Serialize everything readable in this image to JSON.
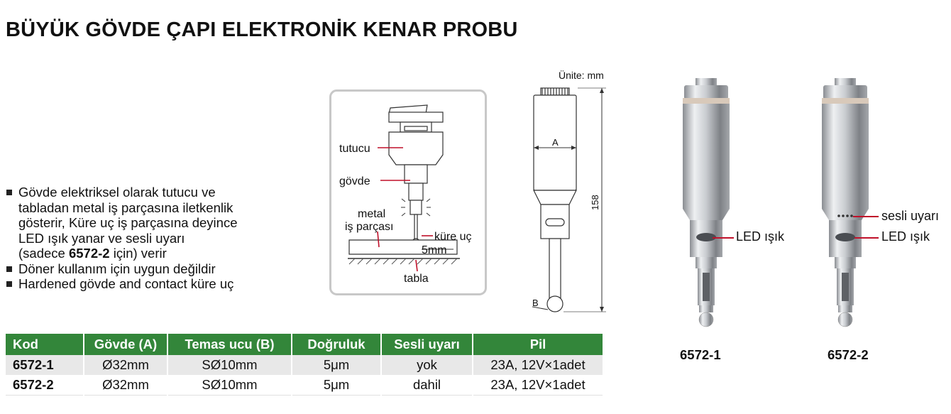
{
  "title": "BÜYÜK GÖVDE ÇAPI ELEKTRONİK KENAR PROBU",
  "features": [
    {
      "lines": [
        "Gövde elektriksel olarak tutucu ve",
        "tabladan metal iş parçasına iletkenlik",
        "gösterir, Küre uç iş parçasına deyince",
        "LED ışık yanar ve sesli uyarı"
      ],
      "last_pre": "(sadece ",
      "last_bold": "6572-2",
      "last_post": " için) verir"
    },
    {
      "text": "Döner kullanım için uygun değildir"
    },
    {
      "text": "Hardened gövde and contact küre uç"
    }
  ],
  "diagram": {
    "tutucu": "tutucu",
    "govde": "gövde",
    "metal_line1": "metal",
    "metal_line2": "iş parçası",
    "kure_uc": "küre uç",
    "dim_5mm": "5mm",
    "tabla": "tabla"
  },
  "dimension_drawing": {
    "unit": "Ünite: mm",
    "label_a": "A",
    "label_b": "B",
    "length": "158"
  },
  "products": [
    {
      "code": "6572-1",
      "callouts": [
        "LED ışık"
      ]
    },
    {
      "code": "6572-2",
      "callouts": [
        "sesli uyarı",
        "LED ışık"
      ]
    }
  ],
  "table": {
    "headers": [
      "Kod",
      "Gövde (A)",
      "Temas ucu (B)",
      "Doğruluk",
      "Sesli uyarı",
      "Pil"
    ],
    "rows": [
      [
        "6572-1",
        "Ø32mm",
        "SØ10mm",
        "5μm",
        "yok",
        "23A, 12V×1adet"
      ],
      [
        "6572-2",
        "Ø32mm",
        "SØ10mm",
        "5μm",
        "dahil",
        "23A, 12V×1adet"
      ]
    ]
  },
  "colors": {
    "header_green": "#33863a",
    "accent_red": "#c0102a"
  }
}
